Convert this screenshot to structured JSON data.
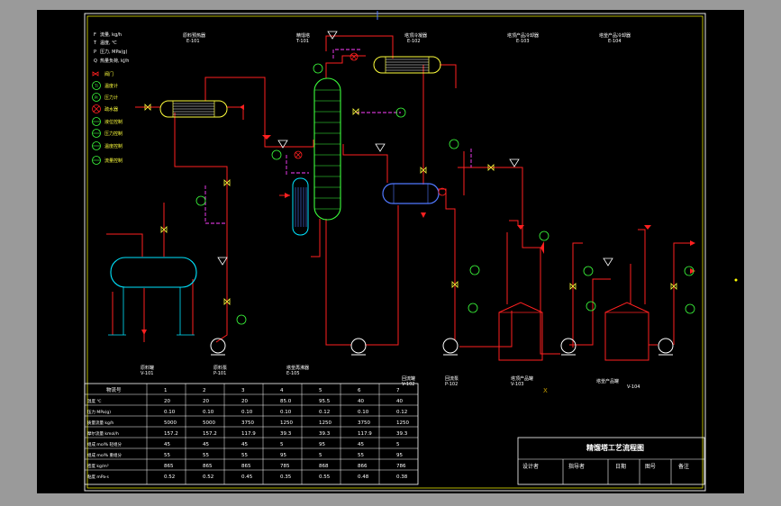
{
  "colors": {
    "background": "#000000",
    "frame": "#e6e6e6",
    "border": "#ffff00",
    "process_red": "#ff2020",
    "equipment_cyan": "#00e5ff",
    "equipment_green": "#3cff3c",
    "equipment_yellow": "#ffff3c",
    "control_magenta": "#ff40ff",
    "equipment_blue": "#5078ff",
    "text": "#ffffff"
  },
  "legend": {
    "units": [
      {
        "symbol": "F",
        "text": "流量, kg/h"
      },
      {
        "symbol": "T",
        "text": "温度, ℃"
      },
      {
        "symbol": "P",
        "text": "压力, MPa(g)"
      },
      {
        "symbol": "Q",
        "text": "热量负荷, kJ/h"
      }
    ],
    "symbols": [
      {
        "icon": "gate-valve-icon",
        "text": "阀门"
      },
      {
        "icon": "thermometer-icon",
        "text": "温度计"
      },
      {
        "icon": "pressure-gauge-icon",
        "text": "压力计"
      },
      {
        "icon": "condensate-trap-icon",
        "text": "疏水器"
      },
      {
        "icon": "level-control-icon",
        "text": "液位控制"
      },
      {
        "icon": "pressure-control-icon",
        "text": "压力控制"
      },
      {
        "icon": "temperature-control-icon",
        "text": "温度控制"
      },
      {
        "icon": "flow-control-icon",
        "text": "流量控制"
      }
    ]
  },
  "equipment_top": [
    {
      "name": "原料预热器",
      "tag": "E-101"
    },
    {
      "name": "精馏塔",
      "tag": "T-101"
    },
    {
      "name": "塔顶冷凝器",
      "tag": "E-102"
    },
    {
      "name": "塔顶产品冷却器",
      "tag": "E-103"
    },
    {
      "name": "塔釜产品冷却器",
      "tag": "E-104"
    }
  ],
  "equipment_bottom": [
    {
      "name": "原料罐",
      "tag": "V-101"
    },
    {
      "name": "原料泵",
      "tag": "P-101"
    },
    {
      "name": "塔釜再沸器",
      "tag": "E-105"
    },
    {
      "name": "回流罐",
      "tag": "V-102"
    },
    {
      "name": "回流泵",
      "tag": "P-102"
    },
    {
      "name": "塔顶产品罐",
      "tag": "V-103"
    },
    {
      "name": "塔釜产品罐",
      "tag": "V-104"
    }
  ],
  "stray_mark": "X",
  "data_table": {
    "headers": [
      "物流号",
      "1",
      "2",
      "3",
      "4",
      "5",
      "6",
      "7"
    ],
    "rows": [
      [
        "温度 ℃",
        "20",
        "20",
        "20",
        "85.0",
        "95.5",
        "40",
        "40"
      ],
      [
        "压力 MPa(g)",
        "0.10",
        "0.10",
        "0.10",
        "0.10",
        "0.12",
        "0.10",
        "0.12"
      ],
      [
        "质量流量 kg/h",
        "5000",
        "5000",
        "3750",
        "1250",
        "1250",
        "3750",
        "1250"
      ],
      [
        "摩尔流量 kmol/h",
        "157.2",
        "157.2",
        "117.9",
        "39.3",
        "39.3",
        "117.9",
        "39.3"
      ],
      [
        "组成 mol% 轻组分",
        "45",
        "45",
        "45",
        "5",
        "95",
        "45",
        "5"
      ],
      [
        "组成 mol% 重组分",
        "55",
        "55",
        "55",
        "95",
        "5",
        "55",
        "95"
      ],
      [
        "密度 kg/m³",
        "865",
        "865",
        "865",
        "785",
        "868",
        "866",
        "786"
      ],
      [
        "粘度 mPa·s",
        "0.52",
        "0.52",
        "0.45",
        "0.35",
        "0.55",
        "0.48",
        "0.38"
      ]
    ]
  },
  "title_block": {
    "title": "精馏塔工艺流程图",
    "labels": [
      "设计者",
      "指导者",
      "日期",
      "图号",
      "备注"
    ]
  }
}
